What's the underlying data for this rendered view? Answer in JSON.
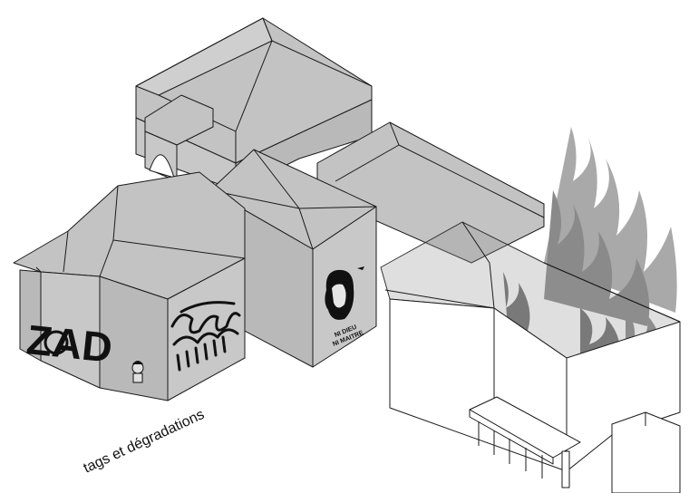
{
  "caption": "tags et dégradations",
  "graffiti": {
    "zad": "ZAD",
    "slogan_line1": "NI DIEU",
    "slogan_line2": "NI MAITRE"
  },
  "colors": {
    "building": "#c8c8c8",
    "roof": "#c3c3c3",
    "flames": "#8a8a8a",
    "outline": "#1a1a1a"
  },
  "icons": [
    "building",
    "graffiti",
    "portrait-stencil",
    "flames",
    "cartoon-figure"
  ]
}
